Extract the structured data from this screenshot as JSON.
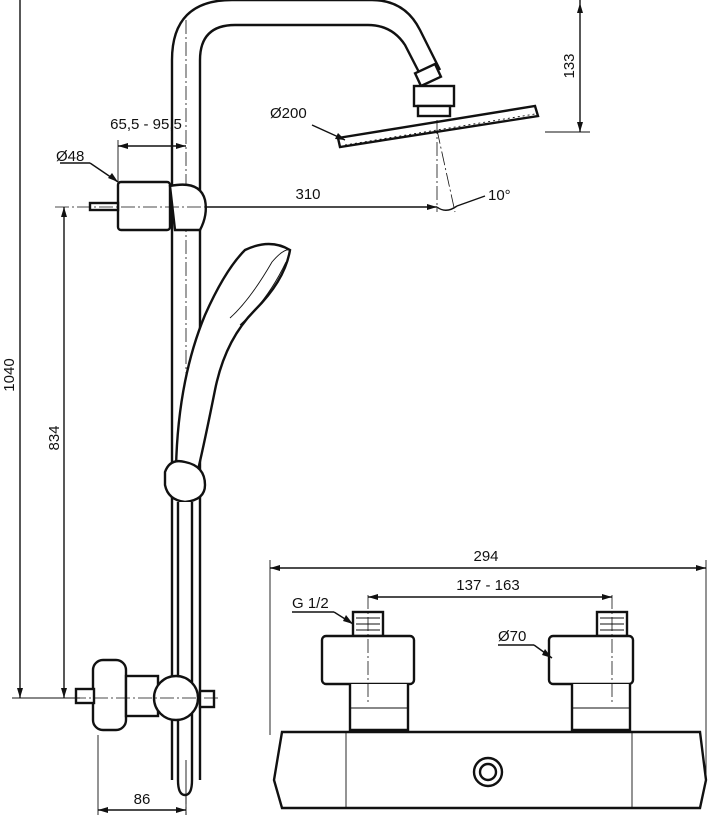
{
  "dimensions": {
    "height_total": "1040",
    "height_outlet": "834",
    "arm_drop": "133",
    "wall_offset": "65,5 - 95,5",
    "bracket_diameter": "Ø48",
    "head_projection": "310",
    "head_diameter": "Ø200",
    "head_angle": "10°",
    "mixer_projection": "86",
    "mixer_width": "294",
    "inlet_spacing": "137 - 163",
    "inlet_thread": "G 1/2",
    "eccentric_diameter": "Ø70"
  }
}
